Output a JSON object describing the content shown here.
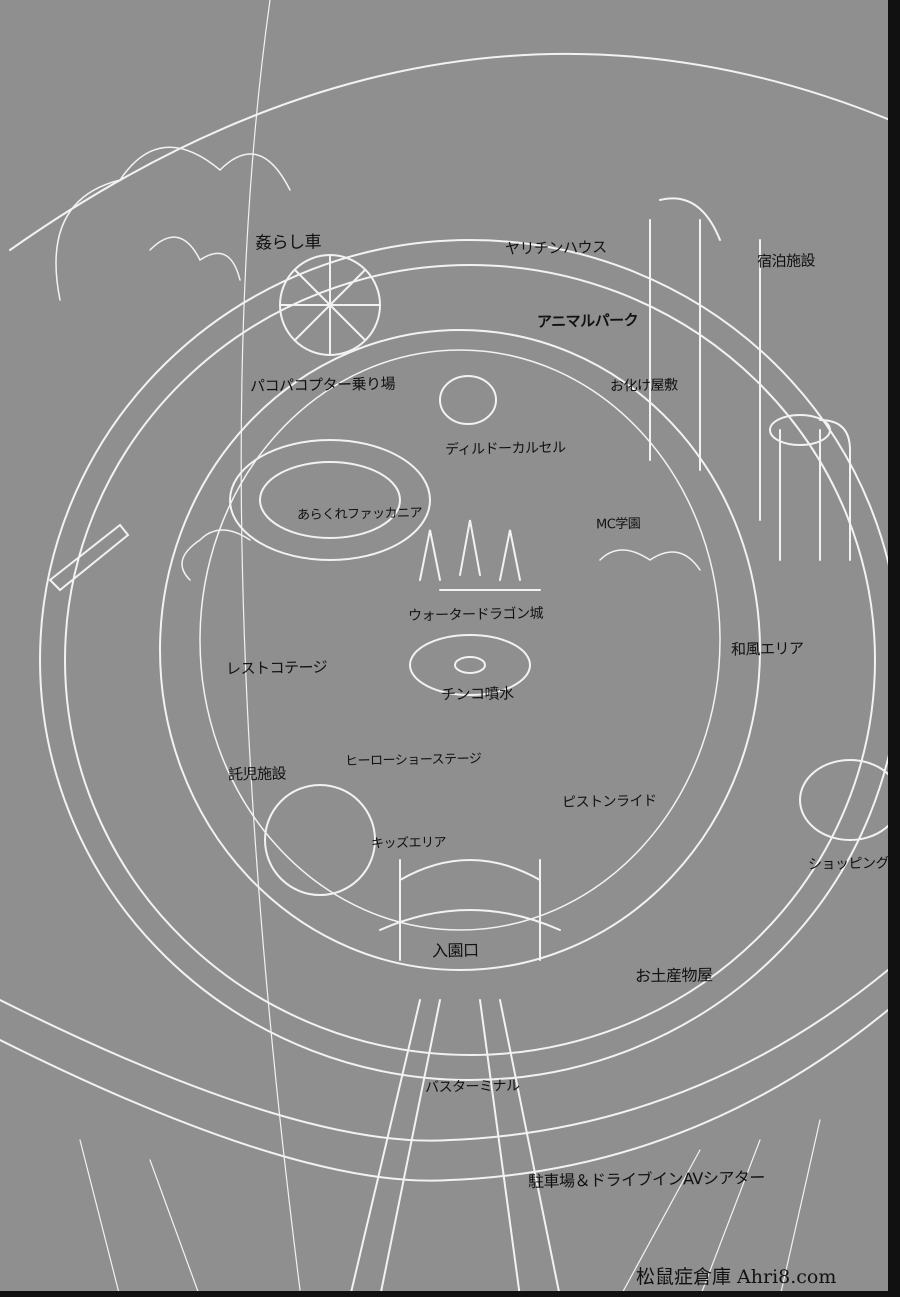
{
  "map": {
    "background_color": "#8f8f8f",
    "line_color": "#f2f2f2",
    "label_color": "#111111",
    "labels": [
      "姦らし車",
      "ヤリチンハウス",
      "宿泊施設",
      "アニマルパーク",
      "パコパコプター乗り場",
      "お化け屋敷",
      "ディルドーカルセル",
      "あらくれファッカニア",
      "MC学園",
      "ウォータードラゴン城",
      "和風エリア",
      "レストコテージ",
      "チンコ噴水",
      "託児施設",
      "ヒーローショーステージ",
      "ピストンライド",
      "キッズエリア",
      "ショッピングモー",
      "入園口",
      "お土産物屋",
      "バスターミナル",
      "駐車場＆ドライブインAVシアター"
    ]
  },
  "watermark": "松鼠症倉庫 Ahri8.com"
}
